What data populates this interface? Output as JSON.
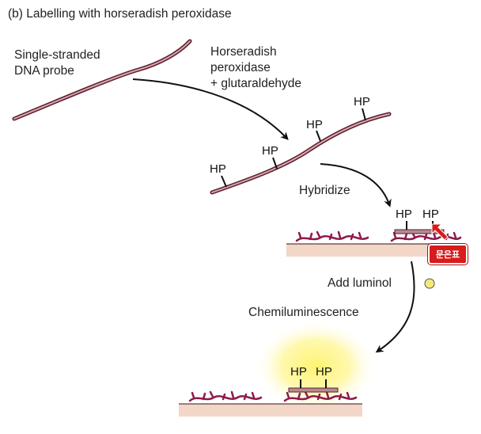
{
  "title": "(b) Labelling with horseradish peroxidase",
  "labels": {
    "probe_line1": "Single-stranded",
    "probe_line2": "DNA probe",
    "reagent_line1": "Horseradish",
    "reagent_line2": "peroxidase",
    "reagent_line3": "+ glutaraldehyde",
    "hybridize": "Hybridize",
    "add_luminol": "Add luminol",
    "chemiluminescence": "Chemiluminescence"
  },
  "hp_tag": "HP",
  "badge_text": "문은표",
  "colors": {
    "dna_strand": "#a8485a",
    "target_dna": "#8e1a4a",
    "membrane": "#f2d6c8",
    "glow": "#fff36a",
    "luminol": "#f3ea7a",
    "badge": "#d61c1c"
  }
}
